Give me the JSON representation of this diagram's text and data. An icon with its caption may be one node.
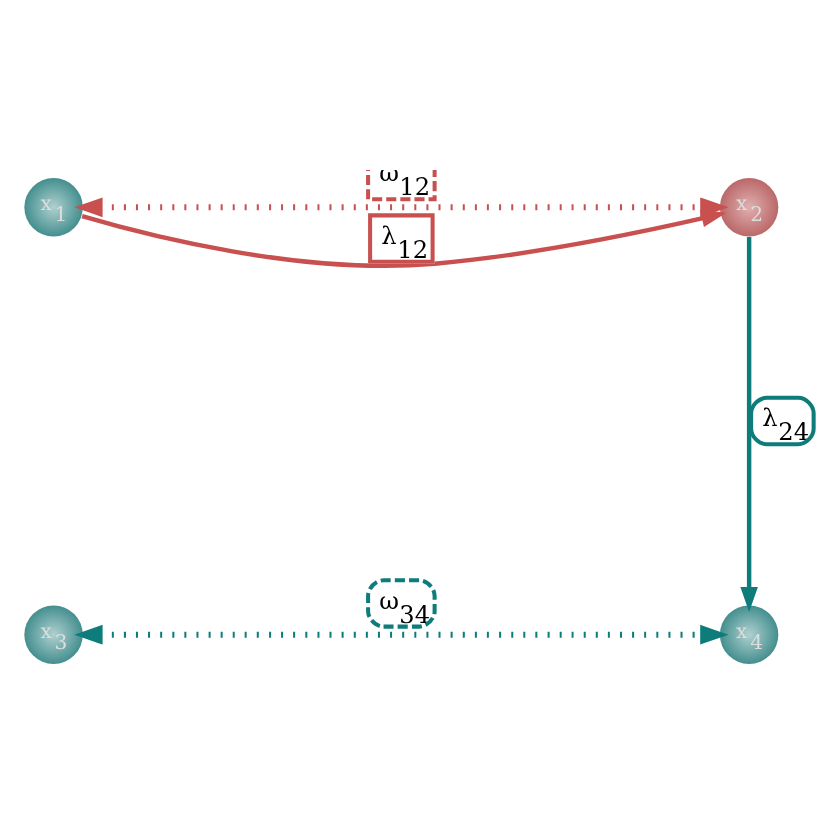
{
  "diagram": {
    "nodes": [
      {
        "text": [
          "x$_{1}$"
        ]
      },
      {
        "text": [
          "x$_{2}$"
        ]
      },
      {
        "text": [
          "x$_{3}$"
        ]
      },
      {
        "text": [
          "x$_{4}$"
        ]
      }
    ],
    "edges": [
      {
        "from": 0,
        "to": 1,
        "arrow": "both",
        "label": "ω$_{12}$",
        "style": "dashed",
        "color": "#c8504f"
      },
      {
        "from": 0,
        "to": 1,
        "arrow": "to",
        "label": "λ$_{12}$",
        "color": "#c8504f"
      },
      {
        "from": 1,
        "to": 3,
        "arrow": "to",
        "label": "λ$_{24}$",
        "color": "#0e7c7b"
      },
      {
        "from": 2,
        "to": 3,
        "arrow": "both",
        "label": "ω$_{34}$",
        "style": "dashed",
        "color": "#0e7c7b"
      }
    ]
  }
}
